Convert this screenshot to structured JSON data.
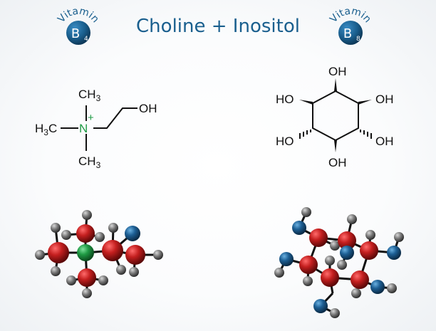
{
  "title": "Choline + Inositol",
  "badges": [
    {
      "arc_text": "Vitamin",
      "letter": "B",
      "sub": "4"
    },
    {
      "arc_text": "Vitamin",
      "letter": "B",
      "sub": "8"
    }
  ],
  "choline": {
    "ch3_top": "CH3",
    "h3c_left": "H3C",
    "nitrogen": "N",
    "charge": "+",
    "ch3_bottom": "CH3",
    "oh": "OH"
  },
  "inositol": {
    "hydroxyl_labels": [
      "OH",
      "HO",
      "OH",
      "HO",
      "OH",
      "OH"
    ]
  },
  "colors": {
    "title": "#1a5f8e",
    "badge": "#1a5f8e",
    "carbon_atom": "#c41f1f",
    "hydrogen_atom": "#7a7a7a",
    "oxygen_atom": "#1d5f94",
    "nitrogen_atom": "#1f9a44"
  },
  "icons": [
    "vitamin-b4-badge",
    "vitamin-b8-badge",
    "ball-and-stick-model"
  ]
}
